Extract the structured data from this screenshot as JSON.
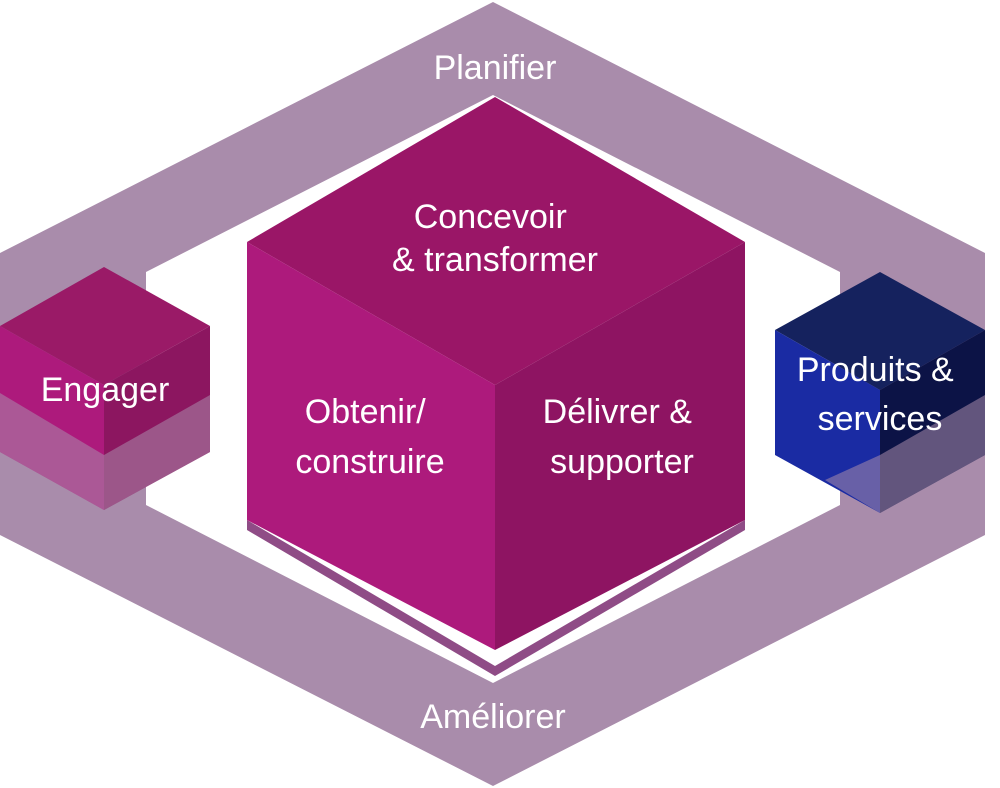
{
  "ring": {
    "top_label": "Planifier",
    "bottom_label": "Améliorer",
    "color": "#a98cab"
  },
  "cubes": {
    "engage": {
      "label": "Engager",
      "colors": {
        "top": "#9a1a67",
        "left": "#ad1a7c",
        "right": "#8c1660"
      }
    },
    "main": {
      "top_label": [
        "Concevoir",
        "& transformer"
      ],
      "left_label": [
        "Obtenir/",
        "construire"
      ],
      "right_label": [
        "Délivrer &",
        "supporter"
      ],
      "colors": {
        "top": "#9a1667",
        "left": "#ad1a7c",
        "right": "#8e1462"
      }
    },
    "products": {
      "label": [
        "Produits &",
        "services"
      ],
      "colors": {
        "top": "#15225e",
        "left": "#1a2ba3",
        "right": "#0c1346"
      }
    }
  }
}
